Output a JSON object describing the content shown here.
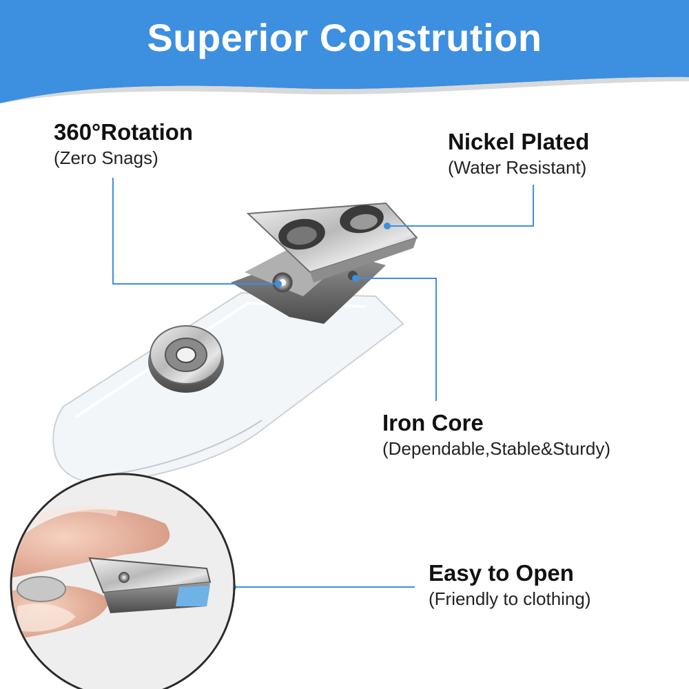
{
  "banner": {
    "title": "Superior Constrution",
    "color": "#3d8fe0"
  },
  "accent_color": "#3d8fe0",
  "callouts": {
    "rotation": {
      "title": "360°Rotation",
      "subtitle": "(Zero Snags)"
    },
    "nickel": {
      "title": "Nickel Plated",
      "subtitle": "(Water Resistant)"
    },
    "iron": {
      "title": "Iron Core",
      "subtitle": "(Dependable,Stable&Sturdy)"
    },
    "open": {
      "title": "Easy to Open",
      "subtitle": "(Friendly to clothing)"
    }
  }
}
